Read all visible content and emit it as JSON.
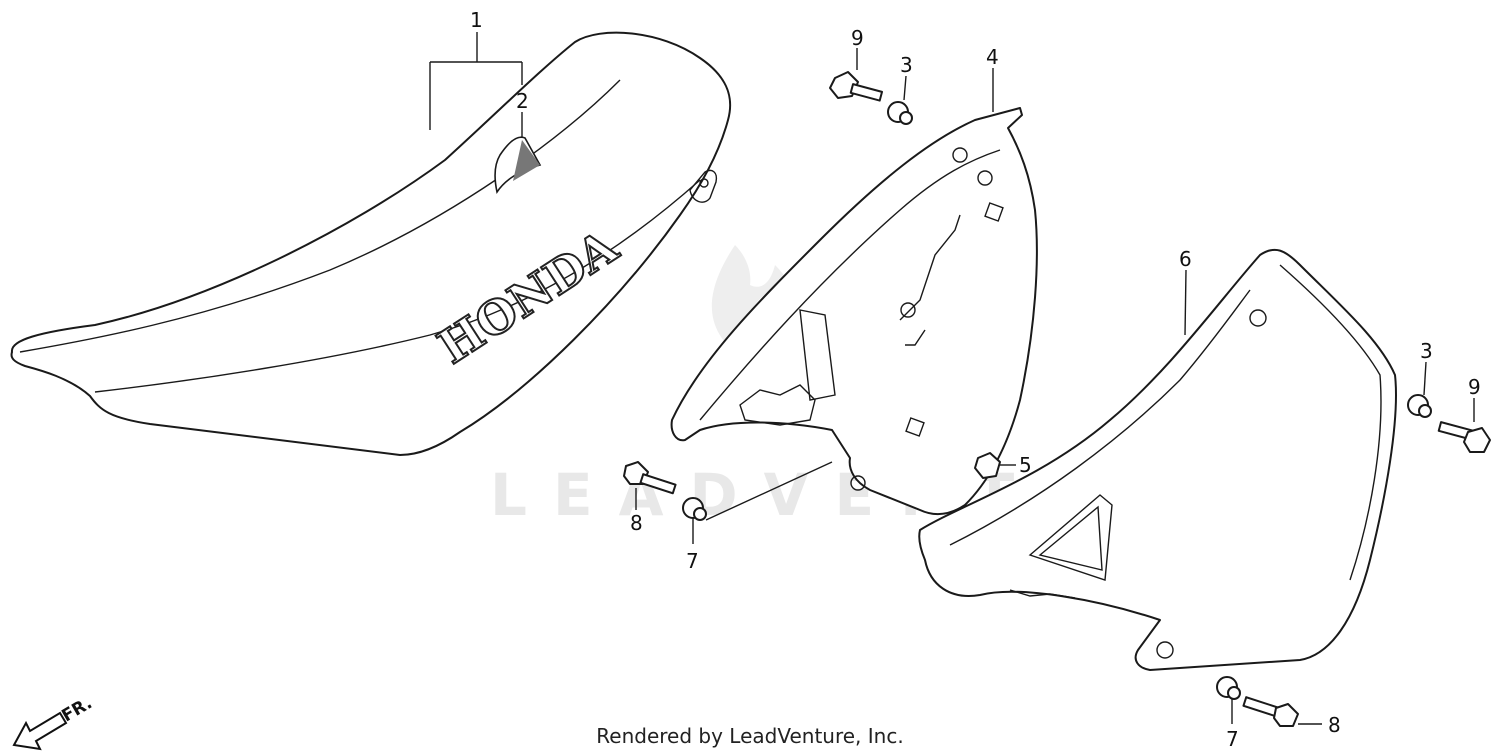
{
  "diagram": {
    "callouts": [
      {
        "id": "c1",
        "label": "1"
      },
      {
        "id": "c2",
        "label": "2"
      },
      {
        "id": "c9a",
        "label": "9"
      },
      {
        "id": "c3a",
        "label": "3"
      },
      {
        "id": "c4",
        "label": "4"
      },
      {
        "id": "c6",
        "label": "6"
      },
      {
        "id": "c3b",
        "label": "3"
      },
      {
        "id": "c9b",
        "label": "9"
      },
      {
        "id": "c5",
        "label": "5"
      },
      {
        "id": "c8a",
        "label": "8"
      },
      {
        "id": "c7a",
        "label": "7"
      },
      {
        "id": "c7b",
        "label": "7"
      },
      {
        "id": "c8b",
        "label": "8"
      }
    ],
    "seat_logo": "HONDA",
    "direction_label": "FR.",
    "watermark": "LEADVENTURE",
    "footer": "Rendered by LeadVenture, Inc."
  }
}
